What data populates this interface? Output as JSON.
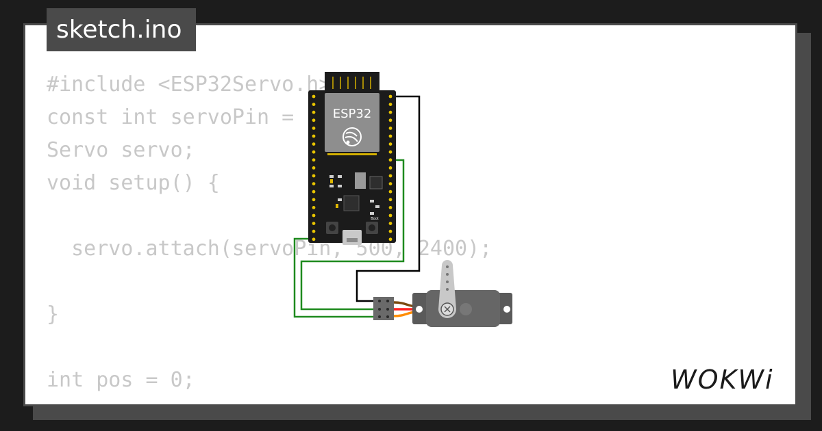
{
  "filename": "sketch.ino",
  "code_lines": [
    "#include <ESP32Servo.h>",
    "const int servoPin = 18;",
    "Servo servo;",
    "void setup() {",
    "",
    "  servo.attach(servoPin, 500, 2400);",
    "",
    "}",
    "",
    "int pos = 0;"
  ],
  "board": {
    "label": "ESP32",
    "button_label": "Boot"
  },
  "brand": "WOKWi",
  "colors": {
    "background": "#1c1c1c",
    "card": "#ffffff",
    "tab": "#4a4a4a",
    "code_text": "#c8c8c8",
    "wire_green": "#1e8a1e",
    "wire_black": "#000000",
    "servo_body": "#5a5a5a"
  }
}
